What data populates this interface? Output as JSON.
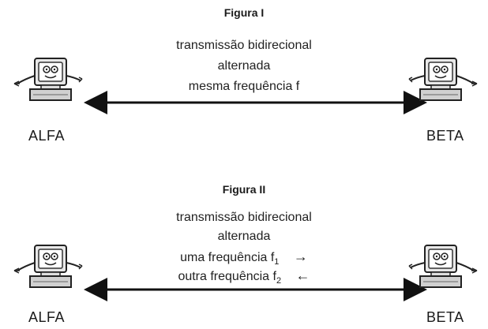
{
  "figure1": {
    "title": "Figura I",
    "lines": [
      "transmissão bidirecional",
      "alternada",
      "mesma frequência f"
    ],
    "left_label": "ALFA",
    "right_label": "BETA"
  },
  "figure2": {
    "title": "Figura II",
    "lines": [
      "transmissão bidirecional",
      "alternada"
    ],
    "freq1_prefix": "uma frequência f",
    "freq1_sub": "1",
    "freq1_arrow": "→",
    "freq2_prefix": "outra frequência f",
    "freq2_sub": "2",
    "freq2_arrow": "←",
    "left_label": "ALFA",
    "right_label": "BETA"
  },
  "icons": {
    "computer": "cartoon-computer-icon"
  }
}
